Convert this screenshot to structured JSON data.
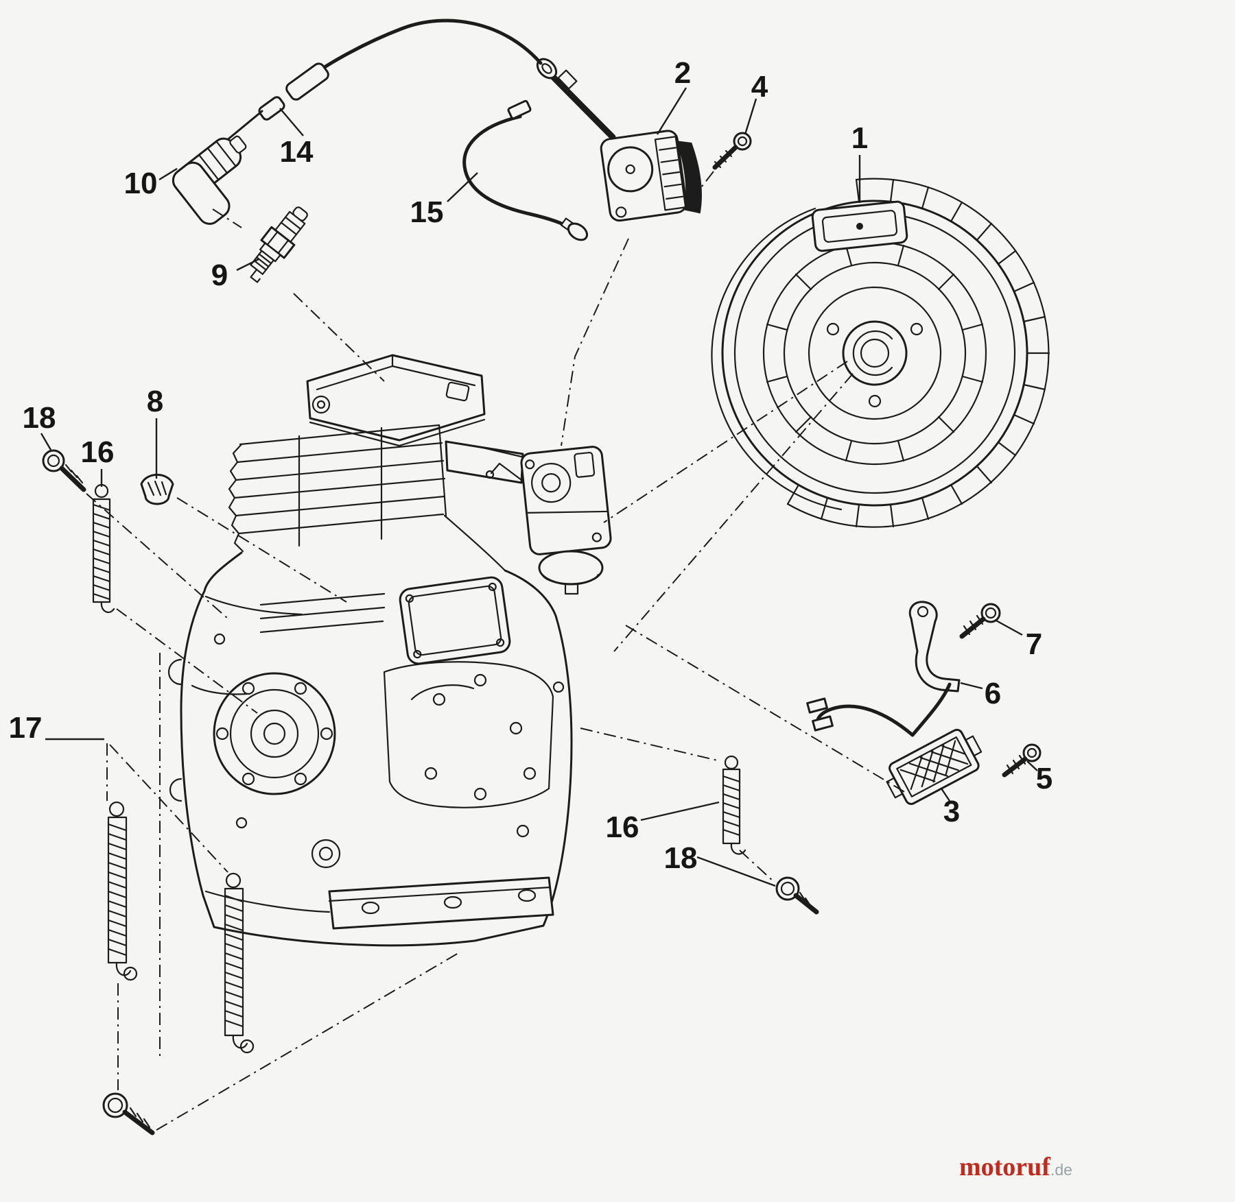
{
  "diagram": {
    "background": "#f5f6f3",
    "line_color": "#1c1c1c"
  },
  "watermark": {
    "brand": "motoruf",
    "tld": ".de",
    "brand_color": "#c22a1e",
    "tld_color": "#98a3a8"
  },
  "callouts": [
    {
      "part": "ignition-coil",
      "label": "2"
    },
    {
      "part": "coil-bolt",
      "label": "4"
    },
    {
      "part": "flywheel",
      "label": "1"
    },
    {
      "part": "cable-fitting",
      "label": "14"
    },
    {
      "part": "spark-plug-cap",
      "label": "10"
    },
    {
      "part": "lead-wire",
      "label": "15"
    },
    {
      "part": "spark-plug",
      "label": "9"
    },
    {
      "part": "bolt-upper-left",
      "label": "18"
    },
    {
      "part": "grommet",
      "label": "8"
    },
    {
      "part": "spring-upper-left",
      "label": "16"
    },
    {
      "part": "spring-set",
      "label": "17"
    },
    {
      "part": "bracket-bolt",
      "label": "7"
    },
    {
      "part": "stop-switch-bracket",
      "label": "6"
    },
    {
      "part": "module-bolt",
      "label": "5"
    },
    {
      "part": "ignition-module",
      "label": "3"
    },
    {
      "part": "spring-lower-right",
      "label": "16"
    },
    {
      "part": "bolt-lower-right",
      "label": "18"
    }
  ]
}
